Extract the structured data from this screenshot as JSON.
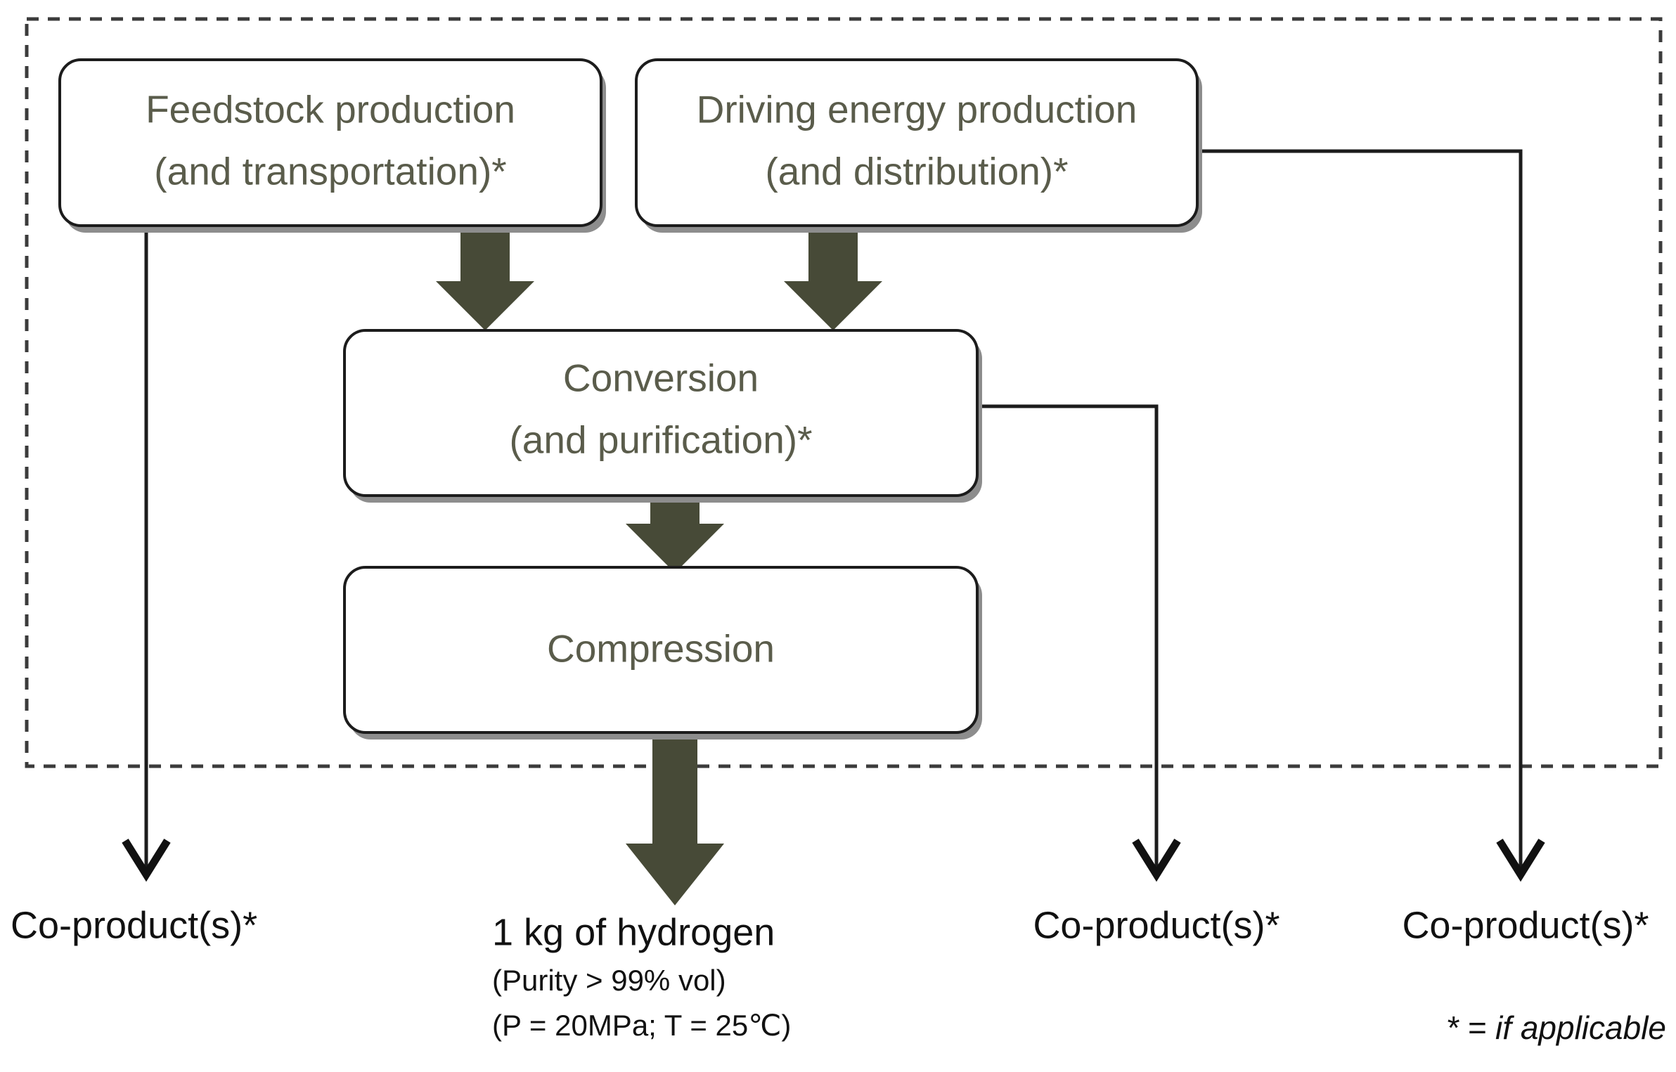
{
  "diagram": {
    "title": "Hydrogen production system boundary flow diagram",
    "colors": {
      "block_arrow": "#474a37",
      "box_stroke": "#1c1c1c",
      "box_text": "#5a5c4b",
      "label_text": "#111111",
      "dashed_frame": "#3b3b3b",
      "background": "#ffffff"
    },
    "system_boundary": {
      "name": "system-boundary",
      "style": "dashed"
    },
    "boxes": [
      {
        "id": "feedstock-production",
        "line1": "Feedstock production",
        "line2": "(and transportation)*"
      },
      {
        "id": "driving-energy-production",
        "line1": "Driving energy production",
        "line2": "(and distribution)*"
      },
      {
        "id": "conversion",
        "line1": "Conversion",
        "line2": "(and purification)*"
      },
      {
        "id": "compression",
        "line1": "Compression",
        "line2": ""
      }
    ],
    "outputs": [
      {
        "id": "co-product-left",
        "label": "Co-product(s)*"
      },
      {
        "id": "hydrogen-output",
        "line1": "1 kg of hydrogen",
        "line2": "(Purity > 99% vol)",
        "line3": "(P = 20MPa; T = 25℃)"
      },
      {
        "id": "co-product-middle",
        "label": "Co-product(s)*"
      },
      {
        "id": "co-product-right",
        "label": "Co-product(s)*"
      }
    ],
    "footnote": "* = if applicable"
  }
}
